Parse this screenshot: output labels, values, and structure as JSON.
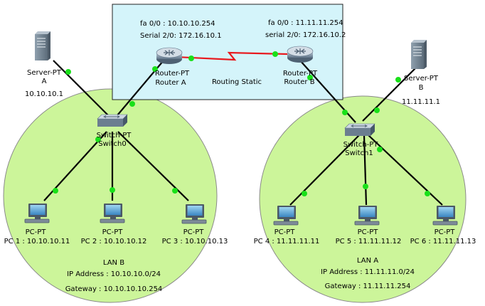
{
  "routers_area": {
    "label": "Routing Static"
  },
  "router_a": {
    "type": "Router-PT",
    "name": "Router A",
    "fa": "fa 0/0 : 10.10.10.254",
    "serial": "Serial 2/0: 172.16.10.1"
  },
  "router_b": {
    "type": "Router-PT",
    "name": "Router B",
    "fa": "fa 0/0 : 11.11.11.254",
    "serial": "serial 2/0: 172.16.10.2"
  },
  "server_a": {
    "type": "Server-PT",
    "name": "A",
    "ip": "10.10.10.1"
  },
  "server_b": {
    "type": "Server-PT",
    "name": "B",
    "ip": "11.11.11.1"
  },
  "switch0": {
    "type": "Switch-PT",
    "name": "Switch0"
  },
  "switch1": {
    "type": "Switch-PT",
    "name": "Switch1"
  },
  "pcs": [
    {
      "type": "PC-PT",
      "label": "PC 1 : 10.10.10.11"
    },
    {
      "type": "PC-PT",
      "label": "PC 2 : 10.10.10.12"
    },
    {
      "type": "PC-PT",
      "label": "PC 3 : 10.10.10.13"
    },
    {
      "type": "PC-PT",
      "label": "PC 4 : 11.11.11.11"
    },
    {
      "type": "PC-PT",
      "label": "PC 5 : 11.11.11.12"
    },
    {
      "type": "PC-PT",
      "label": "PC 6 : 11.11.11.13"
    }
  ],
  "lan_b": {
    "name": "LAN B",
    "ip": "IP Address : 10.10.10.0/24",
    "gateway": "Gateway : 10.10.10.10.254"
  },
  "lan_a": {
    "name": "LAN A",
    "ip": "IP Address : 11.11.11.0/24",
    "gateway": "Gateway : 11.11.11.254"
  },
  "colors": {
    "lan": "#ccf59a",
    "router_box": "#d4f4fa",
    "serial_link": "#e8191e",
    "link": "#000000",
    "port": "#19e019"
  }
}
